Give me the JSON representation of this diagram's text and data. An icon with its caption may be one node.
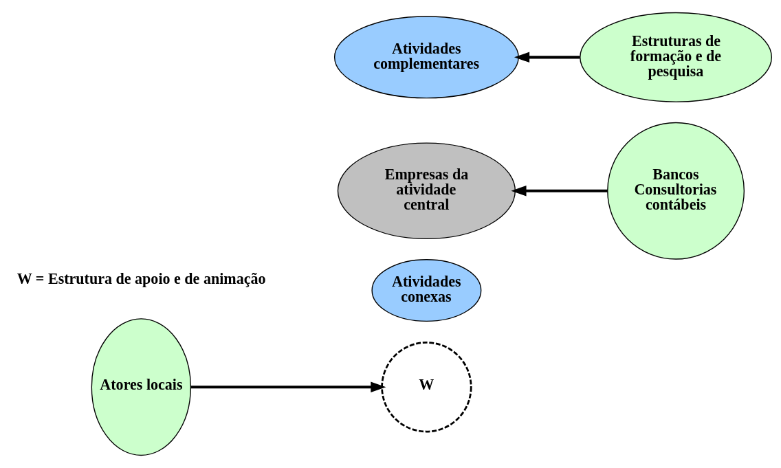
{
  "diagram": {
    "nodes": [
      {
        "text": [
          "Atores locais"
        ]
      },
      {
        "text": [
          "Atividades conexas"
        ]
      },
      {
        "text": [
          "W"
        ]
      },
      {
        "text": [
          "Empresas da atividade central"
        ]
      },
      {
        "text": [
          "Atividades complementares"
        ]
      },
      {
        "text": [
          "Bancos Consultorias contábeis"
        ]
      },
      {
        "text": [
          "Estruturas de formação e de pesquisa"
        ]
      }
    ],
    "edges": [
      {
        "from": 0,
        "to": 2,
        "arrow": "to"
      },
      {
        "from": 5,
        "to": 3,
        "arrow": "to"
      },
      {
        "from": 6,
        "to": 4,
        "arrow": "to"
      }
    ],
    "labels": [
      "W = Estrutura de apoio e de animação"
    ]
  }
}
